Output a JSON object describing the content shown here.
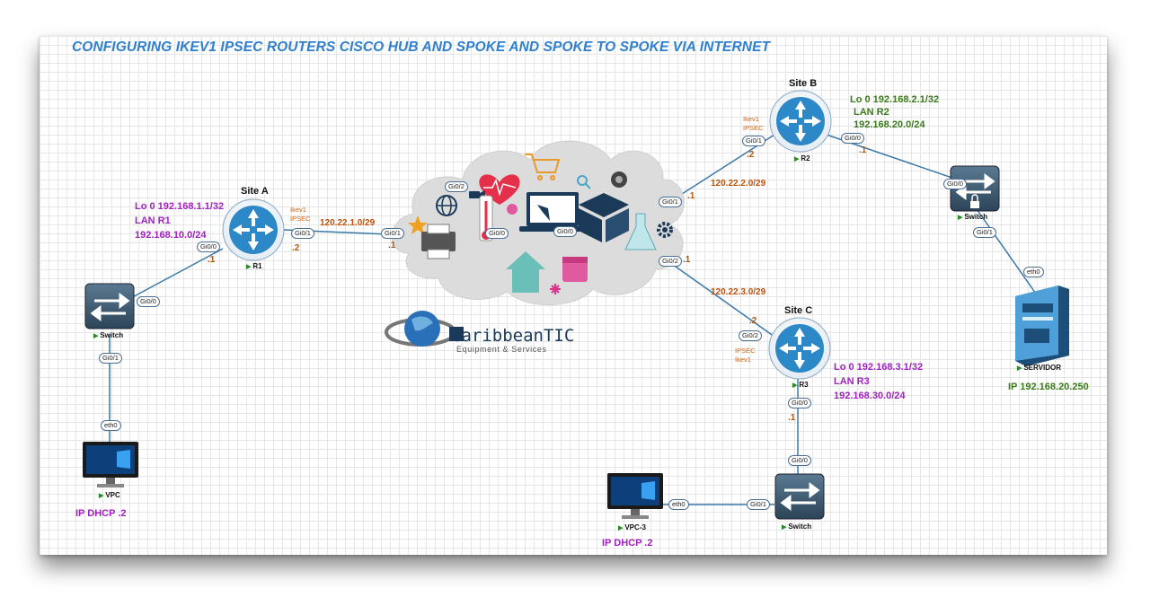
{
  "title": "CONFIGURING IKEV1 IPSEC ROUTERS CISCO HUB AND SPOKE  AND SPOKE TO SPOKE VIA INTERNET",
  "sites": {
    "a": {
      "label": "Site A",
      "router": "R1",
      "lo": "Lo 0 192.168.1.1/32",
      "lan": "LAN R1",
      "lan_net": "192.168.10.0/24",
      "ike": "Ikev1",
      "ipsec": "IPSEC"
    },
    "b": {
      "label": "Site B",
      "router": "R2",
      "lo": "Lo 0 192.168.2.1/32",
      "lan": "LAN R2",
      "lan_net": "192.168.20.0/24",
      "ike": "Ikev1",
      "ipsec": "IPSEC"
    },
    "c": {
      "label": "Site C",
      "router": "R3",
      "lo": "Lo 0 192.168.3.1/32",
      "lan": "LAN R3",
      "lan_net": "192.168.30.0/24",
      "ike": "Ikev1",
      "ipsec": "IPSEC"
    }
  },
  "links": {
    "a_net": "120.22.1.0/29",
    "b_net": "120.22.2.0/29",
    "c_net": "120.22.3.0/29"
  },
  "addr": {
    "dot1": ".1",
    "dot2": ".2"
  },
  "ports": {
    "gi00": "Gi0/0",
    "gi01": "Gi0/1",
    "gi02": "Gi0/2",
    "eth0": "eth0"
  },
  "devices": {
    "switch": "Switch",
    "vpc": "VPC",
    "vpc3": "VPC-3",
    "servidor": "SERVIDOR"
  },
  "ip_labels": {
    "vpc": "IP DHCP .2",
    "vpc3": "IP DHCP .2",
    "servidor": "IP 192.168.20.250"
  },
  "logo": {
    "name_a": "Caribbean",
    "name_b": "TIC",
    "tagline": "Equipment & Services"
  },
  "colors": {
    "title": "#2f7fd0",
    "router": "#2d88c8",
    "switch": "#3d5a70",
    "cloud": "#dcdcdc",
    "link": "#3a78a8",
    "purple": "#a020c0",
    "green": "#3b7a1a",
    "orange": "#c0500a"
  }
}
